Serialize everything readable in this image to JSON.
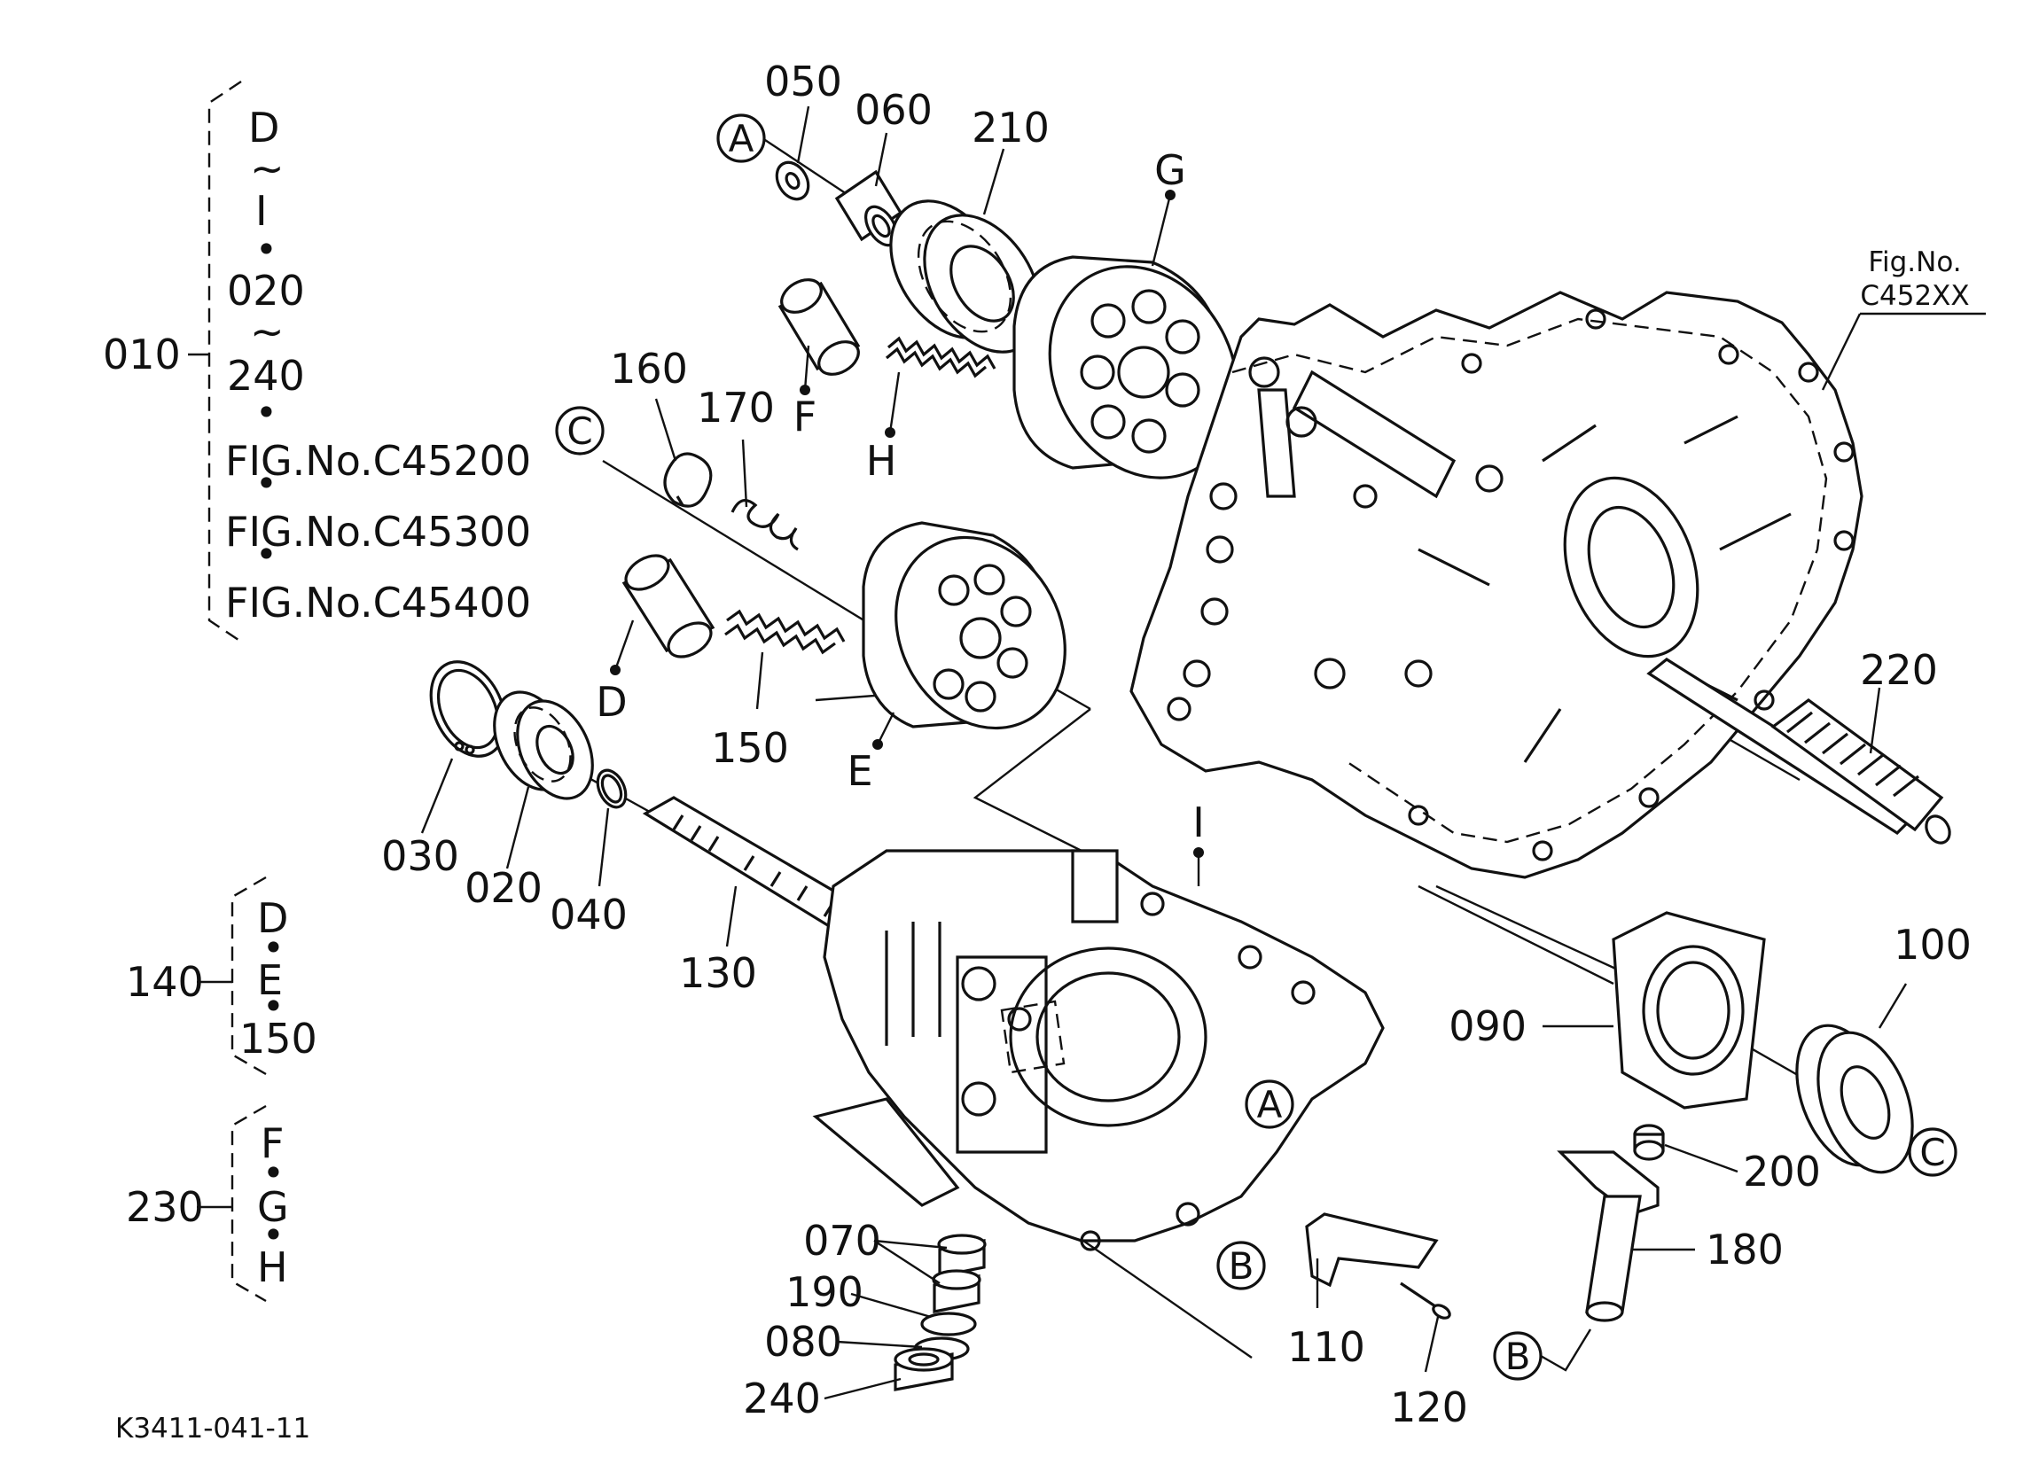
{
  "drawing_code": "K3411-041-11",
  "figure_ref": {
    "line1": "Fig.No.",
    "line2": "C452XX"
  },
  "groups": {
    "g010": {
      "number": "010",
      "items": [
        "D",
        "~",
        "I",
        "•",
        "020",
        "~",
        "240",
        "•",
        "FIG.No.C45200",
        "•",
        "FIG.No.C45300",
        "•",
        "FIG.No.C45400"
      ]
    },
    "g140": {
      "number": "140",
      "items": [
        "D",
        "•",
        "E",
        "•",
        "150"
      ]
    },
    "g230": {
      "number": "230",
      "items": [
        "F",
        "•",
        "G",
        "•",
        "H"
      ]
    }
  },
  "part_numbers": {
    "p020": "020",
    "p030": "030",
    "p040": "040",
    "p050": "050",
    "p060": "060",
    "p070": "070",
    "p080": "080",
    "p090": "090",
    "p100": "100",
    "p110": "110",
    "p120": "120",
    "p130": "130",
    "p150": "150",
    "p160": "160",
    "p170": "170",
    "p180": "180",
    "p190": "190",
    "p200": "200",
    "p210": "210",
    "p220": "220",
    "p240": "240"
  },
  "letters": {
    "D": "D",
    "E": "E",
    "F": "F",
    "G": "G",
    "H": "H",
    "I": "I"
  },
  "refs": {
    "A": "A",
    "B": "B",
    "C": "C"
  }
}
